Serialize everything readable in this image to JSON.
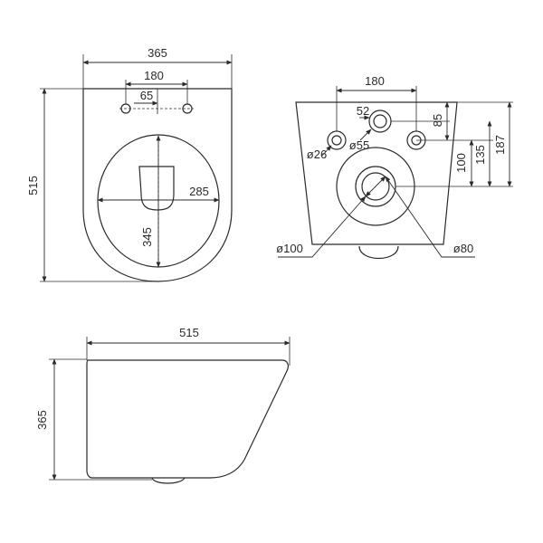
{
  "colors": {
    "line": "#2b2b2b",
    "background": "#ffffff"
  },
  "top_view": {
    "width": "365",
    "hole_spacing": "180",
    "hole_offset": "65",
    "length": "515",
    "bowl_width": "285",
    "bowl_length": "345"
  },
  "rear_view": {
    "hole_spacing": "180",
    "small_hole_dia": "ø26",
    "inlet_dia": "ø55",
    "inlet_offset": "52",
    "height_85": "85",
    "height_100": "100",
    "height_135": "135",
    "height_187": "187",
    "outlet_outer_dia": "ø100",
    "outlet_inner_dia": "ø80"
  },
  "side_view": {
    "length": "515",
    "height": "365"
  }
}
